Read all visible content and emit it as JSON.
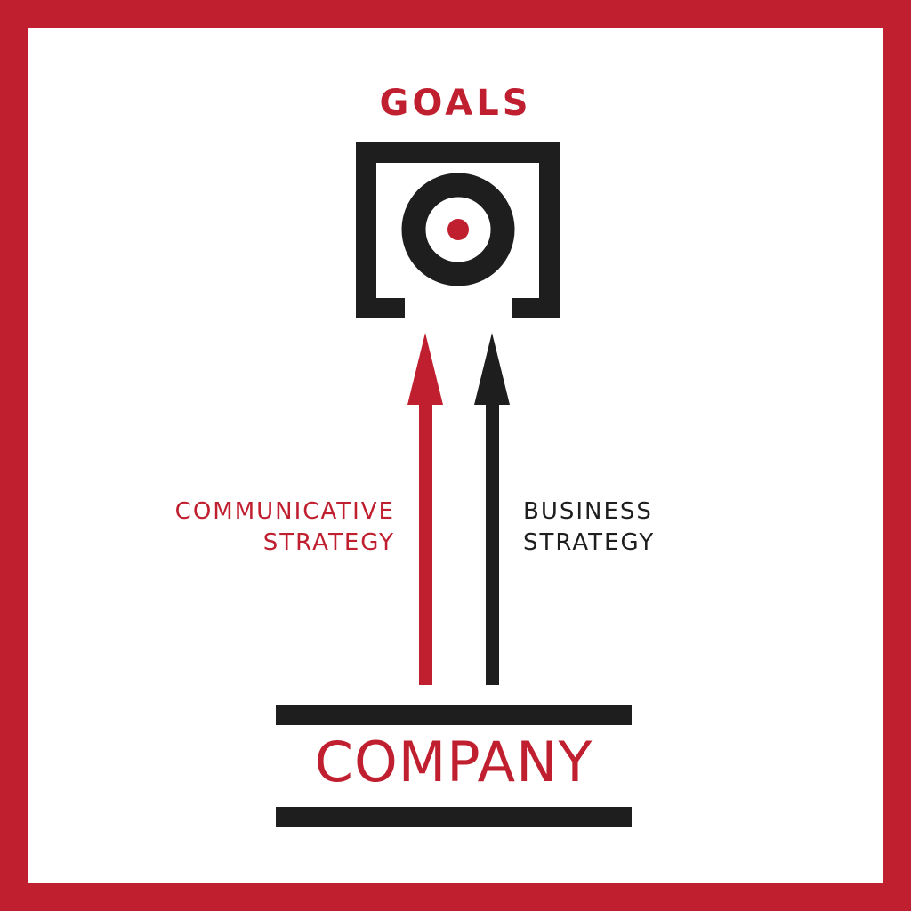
{
  "colors": {
    "red": "#c01f2f",
    "black": "#1e1e1e",
    "white": "#ffffff"
  },
  "goals": {
    "label": "GOALS",
    "icon": "target-icon"
  },
  "communicative": {
    "line1": "COMMUNICATIVE",
    "line2": "STRATEGY"
  },
  "business": {
    "line1": "BUSINESS",
    "line2": "STRATEGY"
  },
  "company": {
    "label": "COMPANY"
  }
}
